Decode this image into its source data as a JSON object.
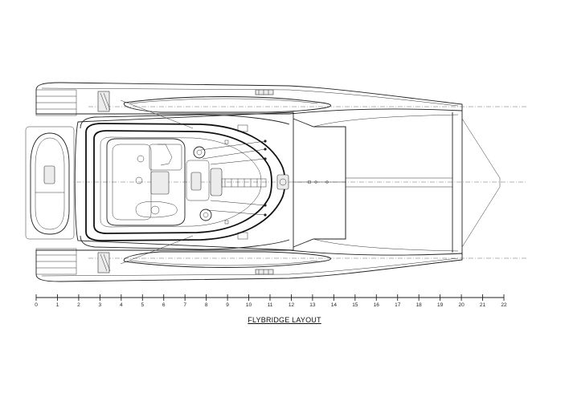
{
  "title": "FLYBRIDGE LAYOUT",
  "scale": {
    "ticks": [
      "0",
      "1",
      "2",
      "3",
      "4",
      "5",
      "6",
      "7",
      "8",
      "9",
      "10",
      "11",
      "12",
      "13",
      "14",
      "15",
      "16",
      "17",
      "18",
      "19",
      "20",
      "21",
      "22"
    ]
  },
  "annotations": [
    "",
    "",
    "",
    "",
    "",
    ""
  ]
}
